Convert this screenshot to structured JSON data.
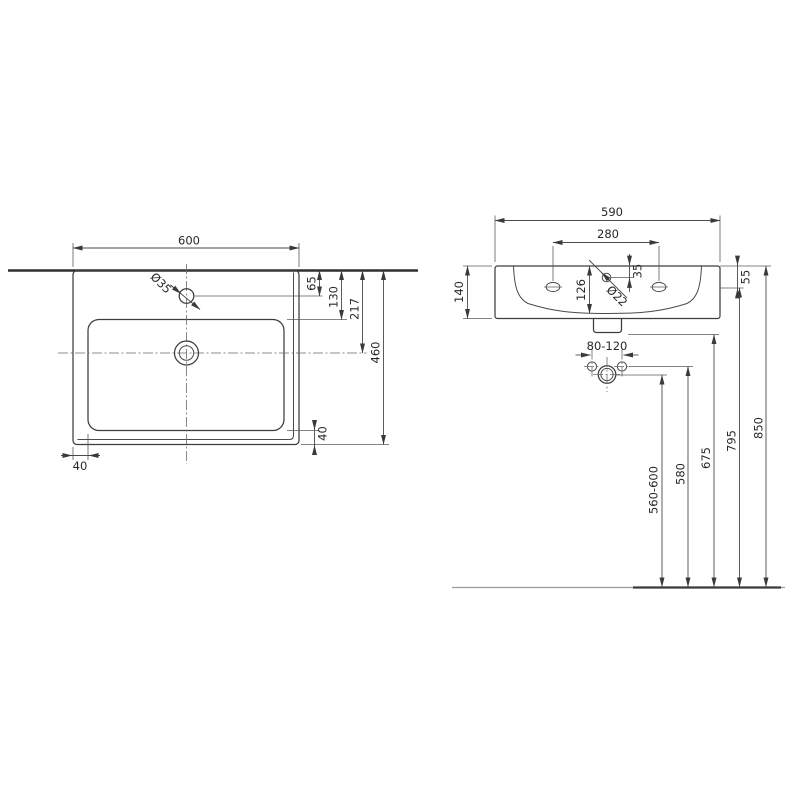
{
  "drawing": {
    "background": "#ffffff",
    "line_color": "#4a4a4a",
    "thick_line_color": "#2f2f2f",
    "text_color": "#282828",
    "top_view": {
      "width": "600",
      "tap_hole_diameter": "Ø35",
      "tap_hole_from_wall": "65",
      "basin_from_wall": "130",
      "drain_from_wall": "217",
      "depth": "460",
      "basin_to_front_edge": "40",
      "basin_to_side_edge": "40"
    },
    "front_view": {
      "width": "590",
      "deck_hole_spacing": "280",
      "height": "140",
      "basin_inner_depth": "126",
      "overflow_from_top": "35",
      "overflow_diameter": "Ø22",
      "fixing_from_top": "55",
      "bracket_hole_spacing": "80-120",
      "trap_height_range": "560-600",
      "bracket_height": "580",
      "outlet_height": "675",
      "fixing_height": "795",
      "rim_height": "850"
    }
  }
}
